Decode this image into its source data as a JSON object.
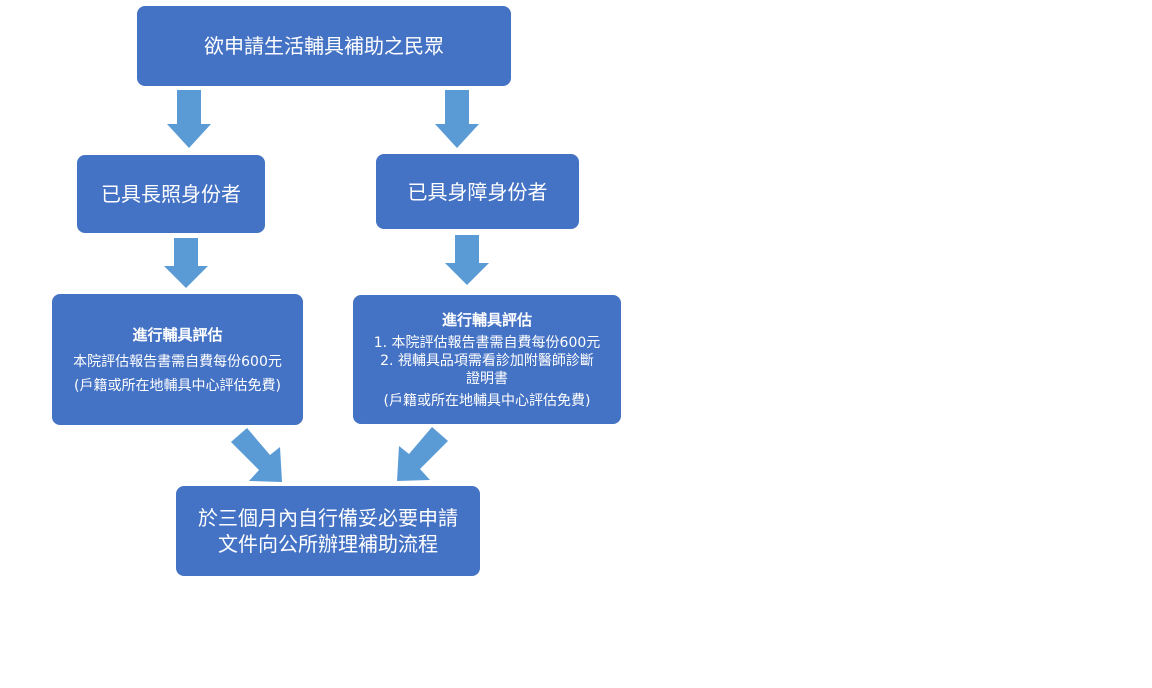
{
  "colors": {
    "box": "#4472C4",
    "arrow": "#5B9BD5",
    "text": "#FFFFFF"
  },
  "top": {
    "text": "欲申請生活輔具補助之民眾"
  },
  "left_identity": {
    "text": "已具長照身份者"
  },
  "right_identity": {
    "text": "已具身障身份者"
  },
  "left_assess": {
    "title": "進行輔具評估",
    "line1": "本院評估報告書需自費每份600元",
    "line2": "(戶籍或所在地輔具中心評估免費)"
  },
  "right_assess": {
    "title": "進行輔具評估",
    "item1": "1. 本院評估報告書需自費每份600元",
    "item2a": "2. 視輔具品項需看診加附醫師診斷",
    "item2b": "證明書",
    "note": "(戶籍或所在地輔具中心評估免費)"
  },
  "final": {
    "line1": "於三個月內自行備妥必要申請",
    "line2": "文件向公所辦理補助流程"
  }
}
